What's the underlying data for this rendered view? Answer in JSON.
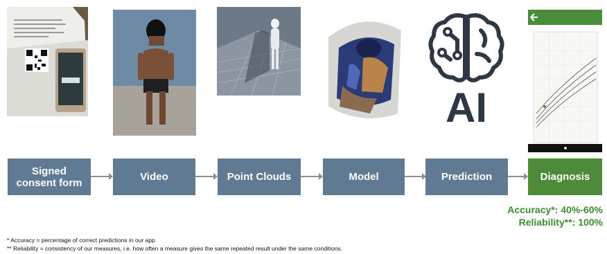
{
  "steps": [
    {
      "label": "Signed\nconsent form"
    },
    {
      "label": "Video"
    },
    {
      "label": "Point Clouds"
    },
    {
      "label": "Model"
    },
    {
      "label": "Prediction"
    },
    {
      "label": "Diagnosis"
    }
  ],
  "ai_text": "AI",
  "metrics": {
    "accuracy": "Accuracy*: 40%-60%",
    "reliability": "Reliability**: 100%"
  },
  "footnotes": {
    "accuracy": "* Accuracy = percentage of correct predictions in our app",
    "reliability": "** Reliability = consistency of our measures, i.e. how often a measure gives the same repeated result under the same conditions."
  },
  "colors": {
    "step": "#617a93",
    "diagnosis": "#4d8a3a",
    "metric_text": "#3e8a30"
  },
  "icons": [
    "brain-circuit-icon",
    "back-arrow-icon"
  ]
}
